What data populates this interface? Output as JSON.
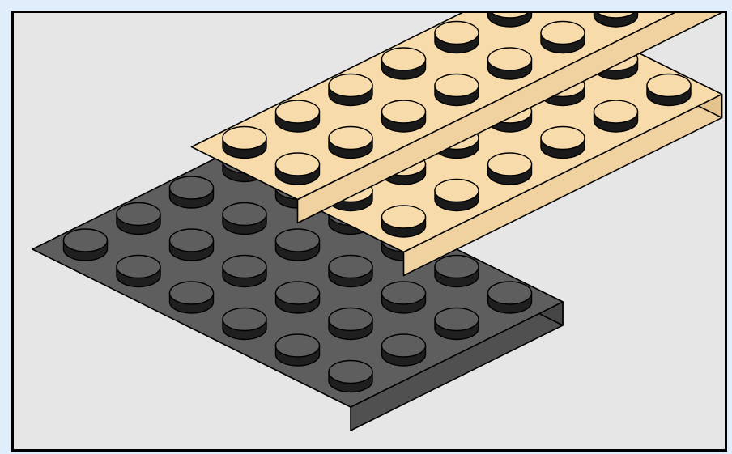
{
  "page_background": "#dfeefa",
  "illustration": {
    "background": "#e6e6e6",
    "border_color": "#000000",
    "parts": [
      {
        "name": "dark-gray-plate",
        "color": "Dark Bluish Gray",
        "size": "4x6",
        "top_color": "#5e5e5e",
        "front_color": "#505050",
        "side_color": "#454545",
        "stud_color": "#1f1f1f",
        "stud_count": 24
      },
      {
        "name": "tan-plate-a",
        "color": "Tan",
        "size": "2x8",
        "top_color": "#f7dbab",
        "front_color": "#f0d2a0",
        "side_color": "#e4c38d",
        "stud_color": "#1a1a1a",
        "stud_count": 16
      },
      {
        "name": "tan-plate-b",
        "color": "Tan",
        "size": "2x6",
        "top_color": "#f7dbab",
        "front_color": "#f0d2a0",
        "side_color": "#e4c38d",
        "stud_color": "#1a1a1a",
        "stud_count": 12
      }
    ]
  }
}
